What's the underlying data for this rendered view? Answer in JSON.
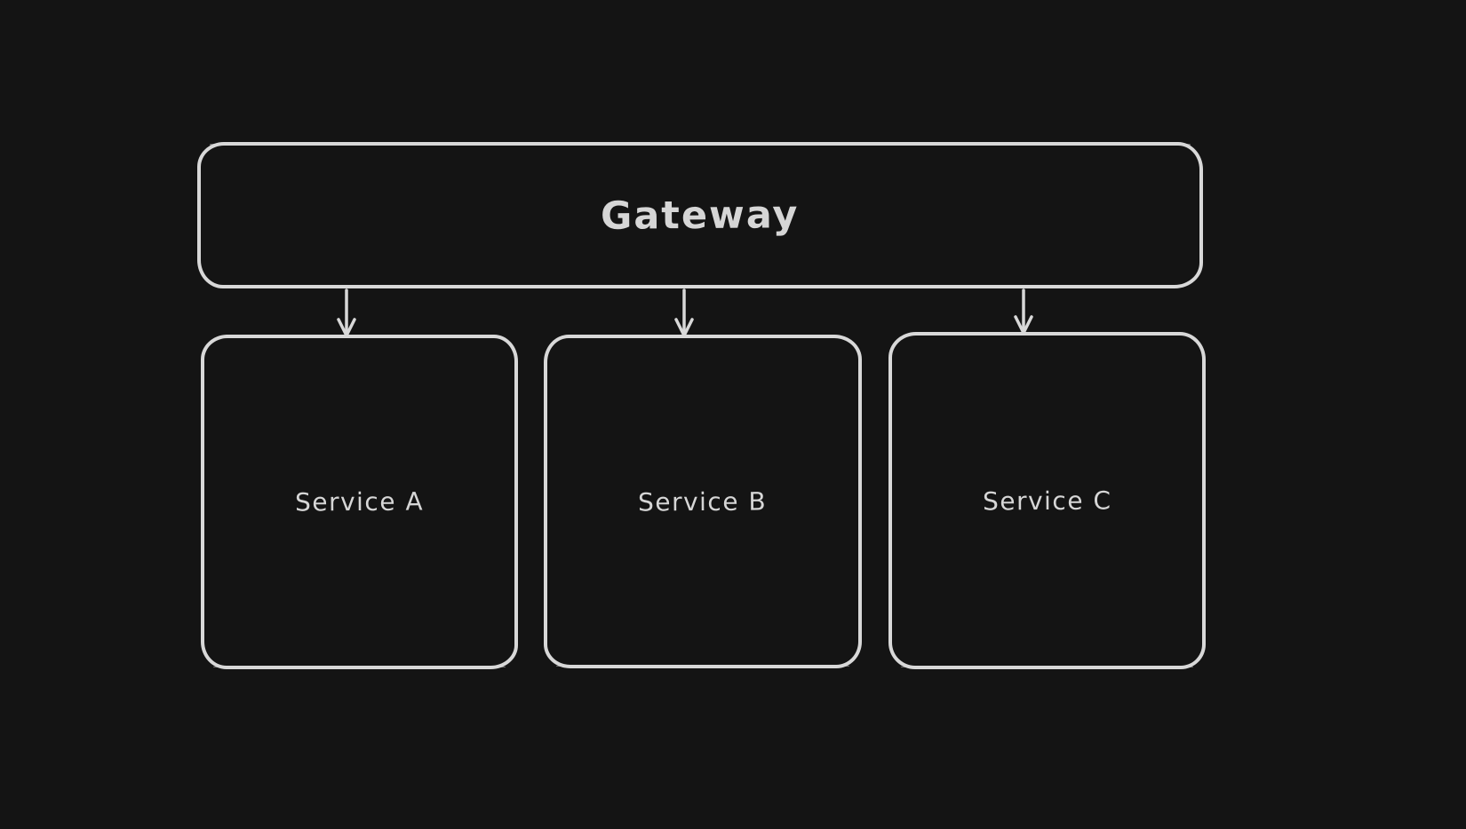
{
  "canvas": {
    "background_color": "#141414",
    "stroke_color": "#d8d8d8",
    "text_color": "#d6d6d6"
  },
  "diagram": {
    "gateway": {
      "label": "Gateway"
    },
    "services": [
      {
        "label": "Service A"
      },
      {
        "label": "Service B"
      },
      {
        "label": "Service C"
      }
    ],
    "connections": [
      {
        "from": "Gateway",
        "to": "Service A"
      },
      {
        "from": "Gateway",
        "to": "Service B"
      },
      {
        "from": "Gateway",
        "to": "Service C"
      }
    ]
  }
}
